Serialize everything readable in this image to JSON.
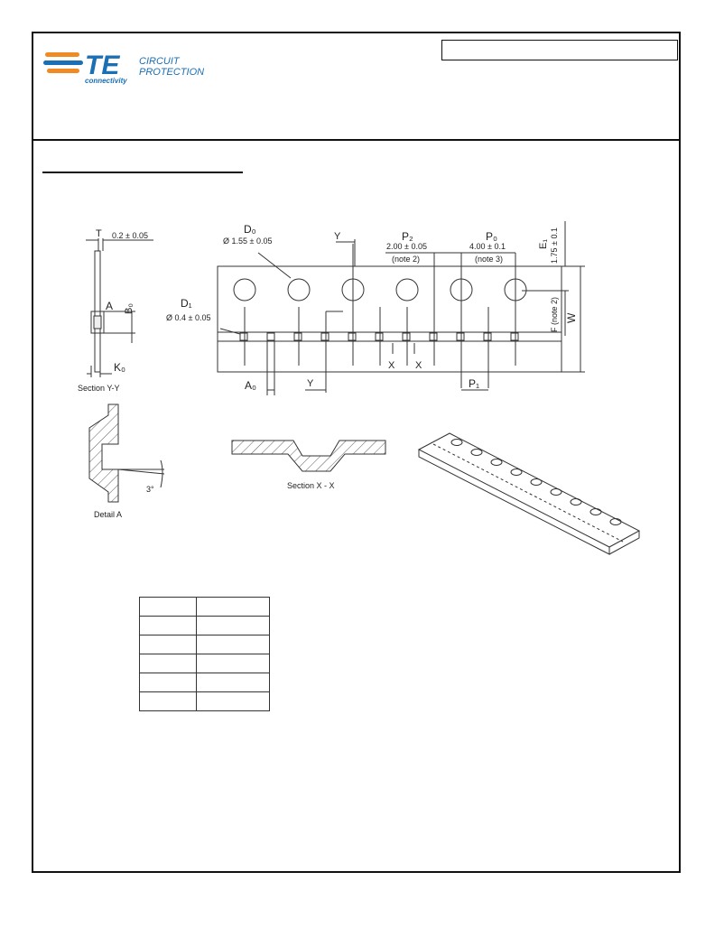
{
  "logo": {
    "mark": "TE",
    "sub": "connectivity",
    "line1": "CIRCUIT",
    "line2": "PROTECTION",
    "colors": {
      "blue": "#1b6fb5",
      "orange": "#f08a24"
    }
  },
  "drawing": {
    "T": "T",
    "thickness": "0.2 ± 0.05",
    "A": "A",
    "B0": "B₀",
    "K0": "K₀",
    "section_yy": "Section Y-Y",
    "D0": "D₀",
    "D0_value": "Ø 1.55 ± 0.05",
    "D1": "D₁",
    "D1_value": "Ø 0.4 ± 0.05",
    "Y": "Y",
    "P2": "P₂",
    "P2_value": "2.00 ± 0.05",
    "note2": "(note 2)",
    "P0": "P₀",
    "P0_value": "4.00 ± 0.1",
    "note3": "(note 3)",
    "E1": "E₁",
    "E1_value": "1.75 ± 0.1",
    "F_note": "F (note 2)",
    "W": "W",
    "X": "X",
    "A0": "A₀",
    "P1": "P₁",
    "detail_a": "Detail A",
    "angle": "3°",
    "section_xx": "Section X - X"
  },
  "table": {
    "rows": 6
  }
}
